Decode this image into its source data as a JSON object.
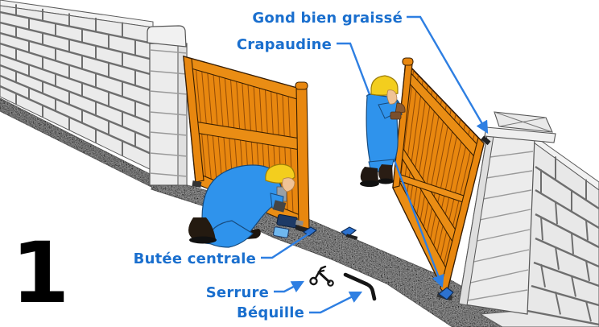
{
  "scene": {
    "step_number": "1",
    "labels": {
      "gond": "Gond bien graissé",
      "crapaudine": "Crapaudine",
      "butee_centrale": "Butée centrale",
      "serrure": "Serrure",
      "bequille": "Béquille"
    },
    "colors": {
      "label_text": "#1a6fce",
      "leader_line": "#2e7fe2",
      "gate_wood": "#e8870f",
      "wall_block": "#ebebeb",
      "mortar": "#6e6e6e",
      "gravel": "#a3a3a3",
      "worker_suit": "#2f93ec",
      "helmet_yellow": "#f3ce1e",
      "step_number_color": "#000000"
    }
  }
}
